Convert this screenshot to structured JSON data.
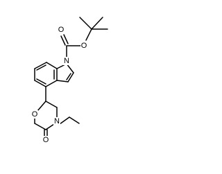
{
  "molecule": {
    "atoms": {
      "o_carbonyl_boc": "O",
      "o_ester_boc": "O",
      "n_indole": "N",
      "o_morpholine": "O",
      "n_morpholine": "N",
      "o_lactam": "O"
    }
  }
}
